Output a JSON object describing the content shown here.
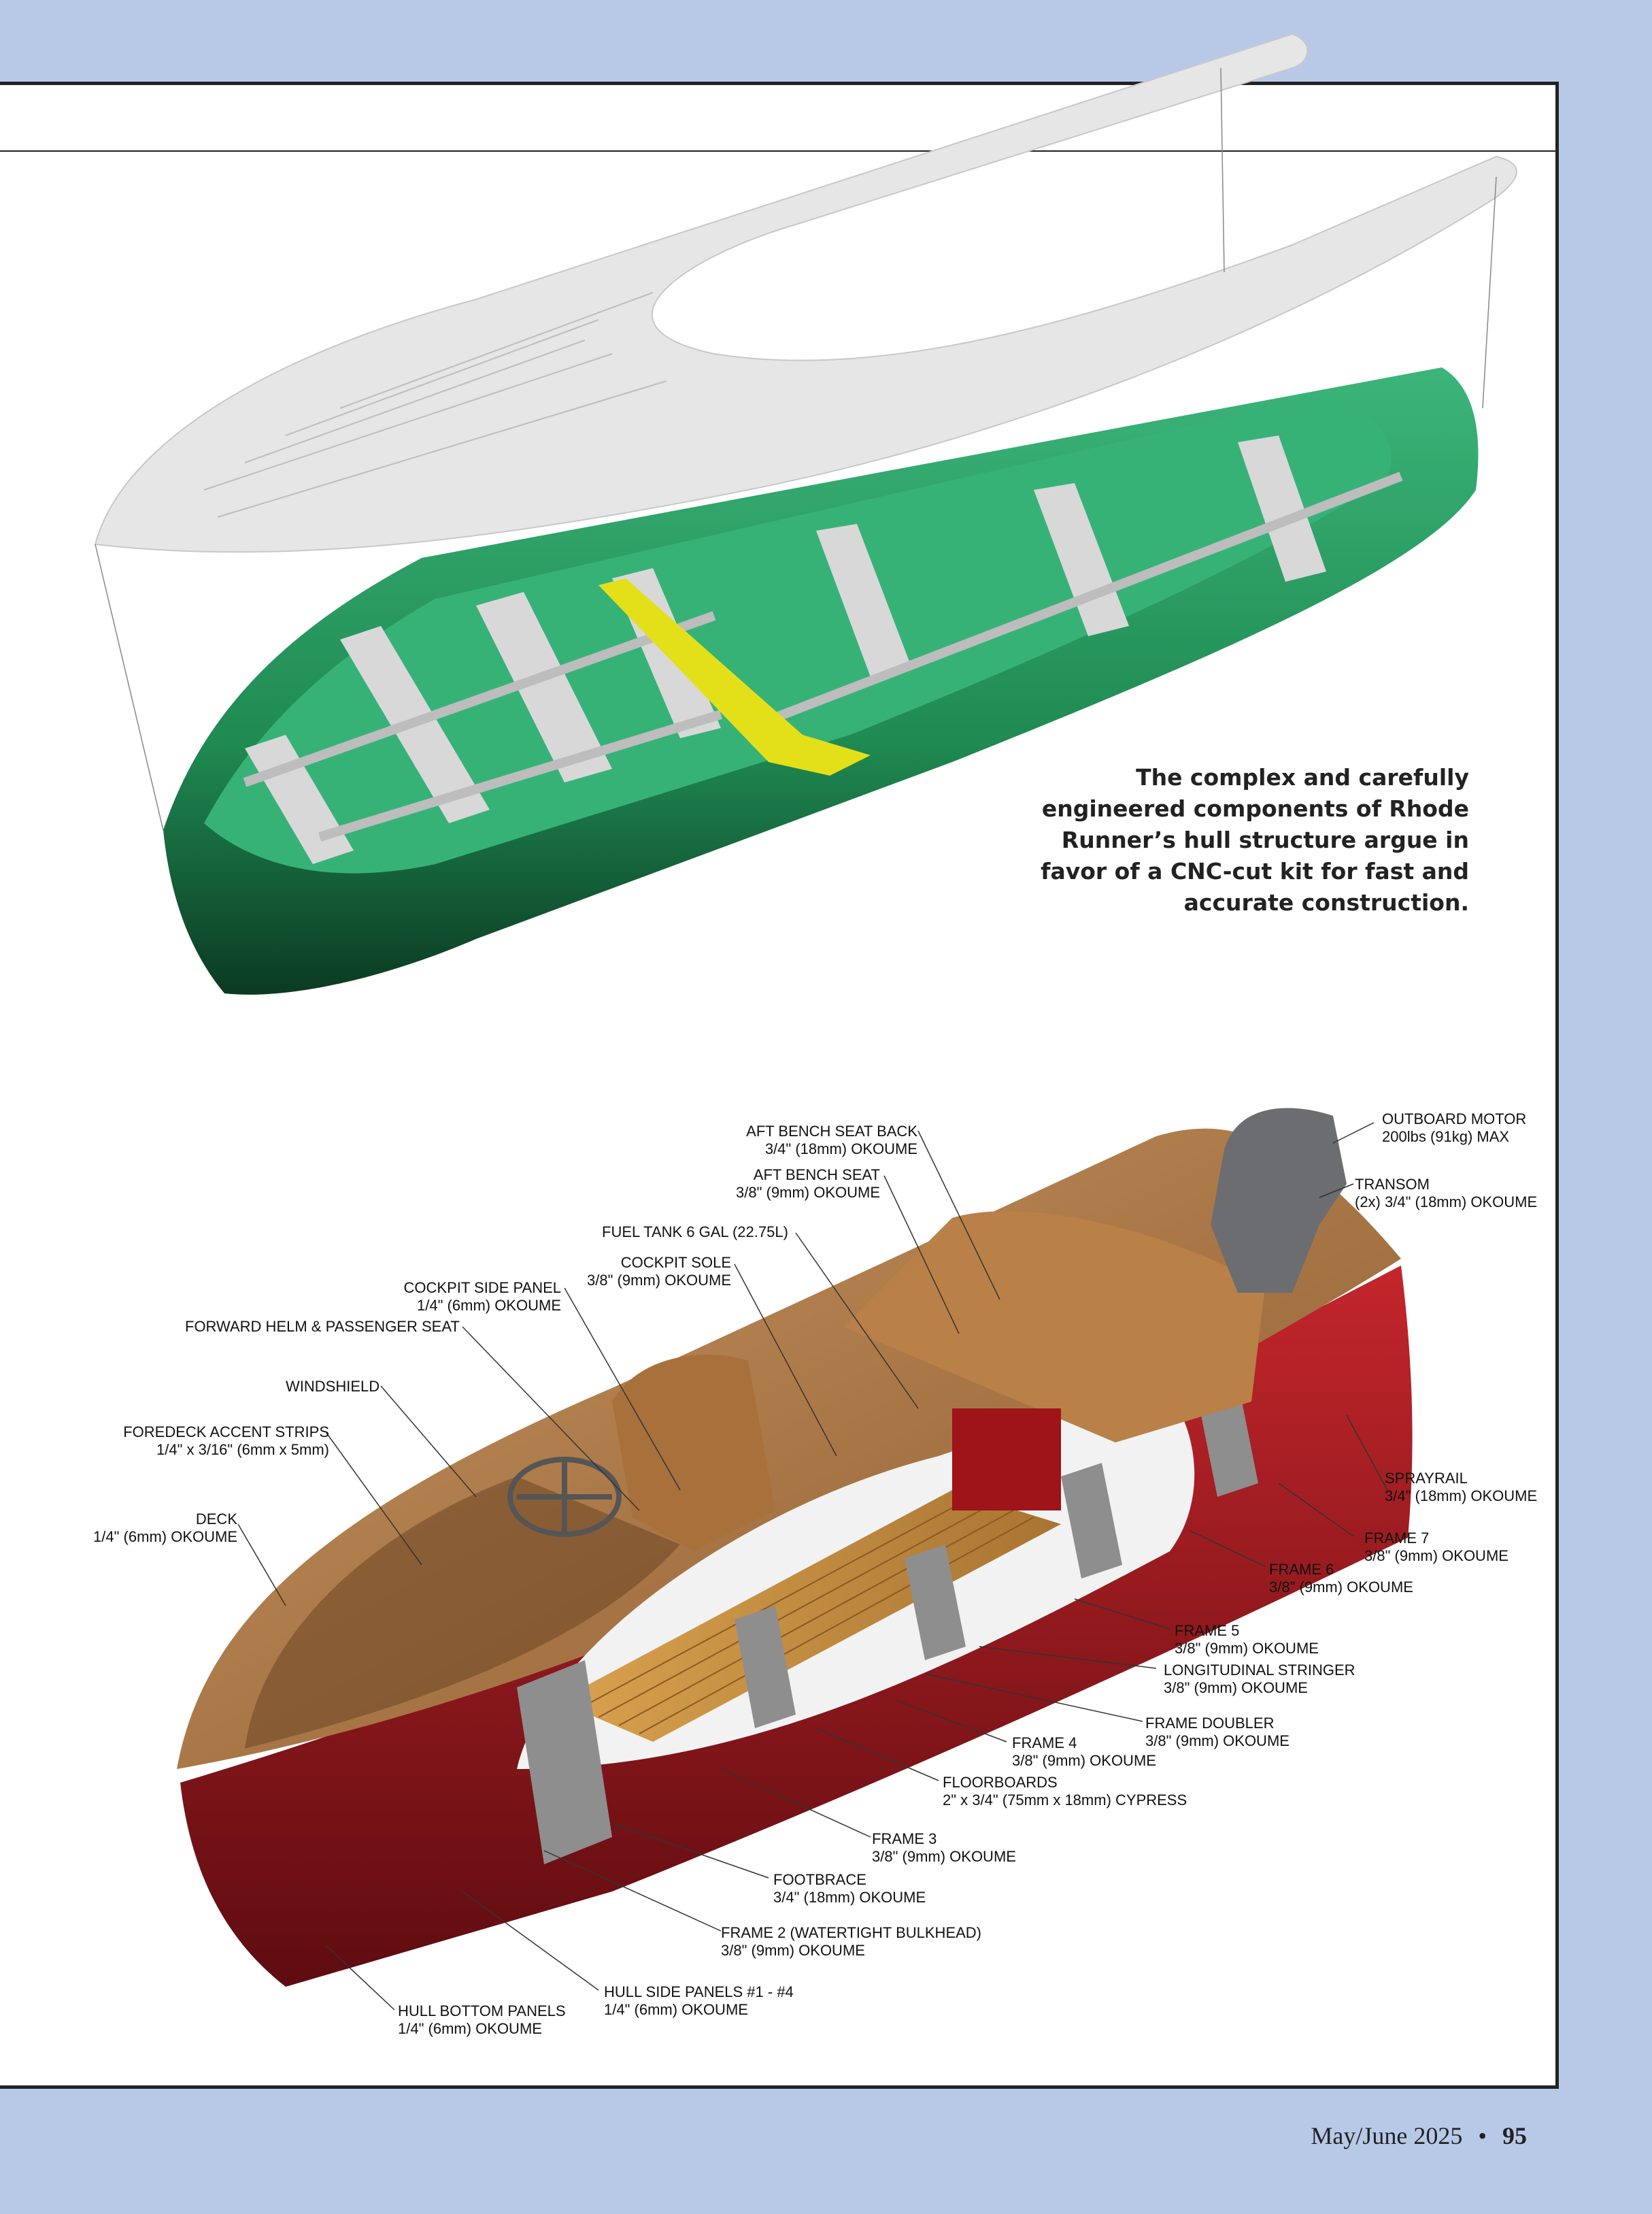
{
  "caption": "The complex and carefully engineered components of Rhode Runner’s hull structure argue in favor of a CNC-cut kit for fast and accurate construction.",
  "labels": {
    "outboard_motor": {
      "title": "OUTBOARD MOTOR",
      "spec": "200lbs (91kg) MAX"
    },
    "aft_bench_seat_back": {
      "title": "AFT BENCH SEAT BACK",
      "spec": "3/4\" (18mm) OKOUME"
    },
    "aft_bench_seat": {
      "title": "AFT BENCH SEAT",
      "spec": "3/8\" (9mm) OKOUME"
    },
    "transom": {
      "title": "TRANSOM",
      "spec": "(2x) 3/4\" (18mm) OKOUME"
    },
    "fuel_tank": {
      "title": "FUEL TANK  6 GAL (22.75L)"
    },
    "cockpit_sole": {
      "title": "COCKPIT SOLE",
      "spec": "3/8\" (9mm) OKOUME"
    },
    "cockpit_side_panel": {
      "title": "COCKPIT SIDE PANEL",
      "spec": "1/4\" (6mm) OKOUME"
    },
    "forward_helm": {
      "title": "FORWARD HELM & PASSENGER SEAT"
    },
    "windshield": {
      "title": "WINDSHIELD"
    },
    "foredeck_accent": {
      "title": "FOREDECK ACCENT STRIPS",
      "spec": "1/4\" x 3/16\" (6mm x 5mm)"
    },
    "deck": {
      "title": "DECK",
      "spec": "1/4\" (6mm) OKOUME"
    },
    "sprayrail": {
      "title": "SPRAYRAIL",
      "spec": "3/4\" (18mm) OKOUME"
    },
    "frame7": {
      "title": "FRAME 7",
      "spec": "3/8\" (9mm) OKOUME"
    },
    "frame6": {
      "title": "FRAME 6",
      "spec": "3/8\" (9mm) OKOUME"
    },
    "frame5": {
      "title": "FRAME 5",
      "spec": "3/8\" (9mm) OKOUME"
    },
    "stringer": {
      "title": "LONGITUDINAL STRINGER",
      "spec": "3/8\" (9mm) OKOUME"
    },
    "frame_doubler": {
      "title": "FRAME DOUBLER",
      "spec": "3/8\" (9mm) OKOUME"
    },
    "frame4": {
      "title": "FRAME 4",
      "spec": "3/8\" (9mm) OKOUME"
    },
    "floorboards": {
      "title": "FLOORBOARDS",
      "spec": "2\" x 3/4\" (75mm x 18mm) CYPRESS"
    },
    "frame3": {
      "title": "FRAME 3",
      "spec": "3/8\" (9mm) OKOUME"
    },
    "footbrace": {
      "title": "FOOTBRACE",
      "spec": "3/4\" (18mm) OKOUME"
    },
    "frame2": {
      "title": "FRAME 2 (WATERTIGHT BULKHEAD)",
      "spec": "3/8\" (9mm) OKOUME"
    },
    "hull_side": {
      "title": "HULL SIDE PANELS #1 - #4",
      "spec": "1/4\" (6mm) OKOUME"
    },
    "hull_bottom": {
      "title": "HULL BOTTOM PANELS",
      "spec": "1/4\" (6mm) OKOUME"
    }
  },
  "footer": {
    "issue": "May/June 2025",
    "bullet": "•",
    "page": "95"
  },
  "colors": {
    "hull_green": "#2e9e63",
    "deck_gray": "#e6e6e6",
    "hull_red": "#a3161b",
    "wood": "#b07a45",
    "motor": "#6b6d70",
    "highlight_yellow": "#e3e01a"
  }
}
